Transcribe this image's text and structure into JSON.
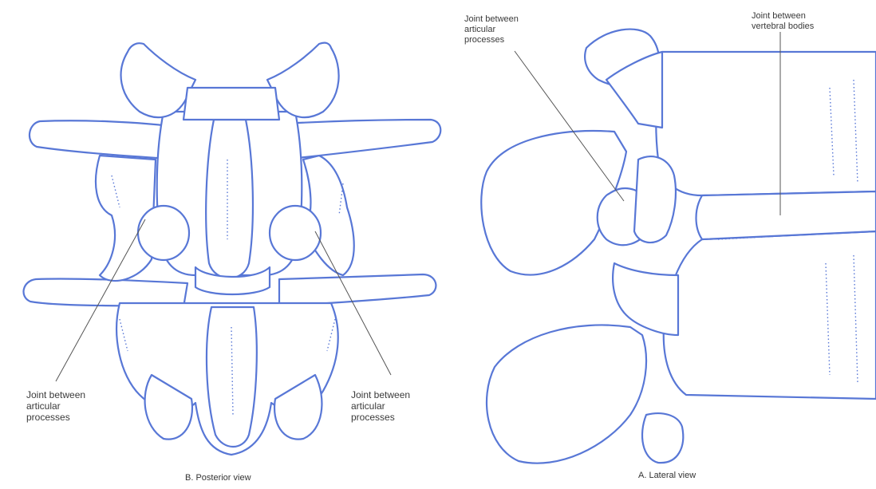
{
  "colors": {
    "bone_stroke": "#5877d6",
    "bone_fill": "#ffffff",
    "label_text": "#3a3a3a",
    "leader_line": "#555555"
  },
  "posterior": {
    "caption": "B. Posterior view",
    "label_left": [
      "Joint between",
      "articular",
      "processes"
    ],
    "label_right": [
      "Joint between",
      "articular",
      "processes"
    ]
  },
  "lateral": {
    "caption": "A. Lateral view",
    "label_articular": [
      "Joint between",
      "articular",
      "processes"
    ],
    "label_bodies": [
      "Joint between",
      "vertebral bodies"
    ]
  }
}
